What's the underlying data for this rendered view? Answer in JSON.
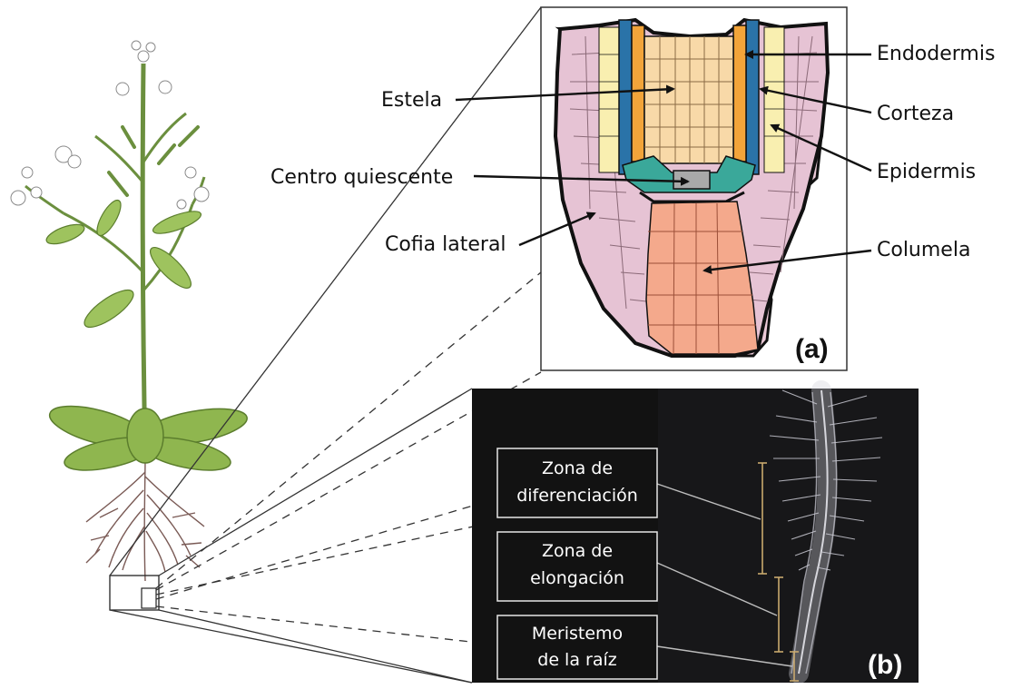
{
  "panel_a": {
    "tag": "(a)",
    "labels": {
      "estela": "Estela",
      "centro_quiescente": "Centro quiescente",
      "cofia_lateral": "Cofia lateral",
      "endodermis": "Endodermis",
      "corteza": "Corteza",
      "epidermis": "Epidermis",
      "columela": "Columela"
    },
    "colors": {
      "epidermis": "#e6c3d4",
      "cortex": "#f9efb0",
      "endodermis": "#2a73a8",
      "pericycle": "#f2a43a",
      "stele": "#f8d9a8",
      "quiescent_center": "#a9a9a9",
      "initials": "#3aa89a",
      "columella": "#f4a98c",
      "lateral_cap": "#ebc9d7"
    }
  },
  "panel_b": {
    "tag": "(b)",
    "zones": {
      "diferenciacion": [
        "Zona de",
        "diferenciación"
      ],
      "elongacion": [
        "Zona de",
        "elongación"
      ],
      "meristemo": [
        "Meristemo",
        "de la raíz"
      ]
    }
  }
}
